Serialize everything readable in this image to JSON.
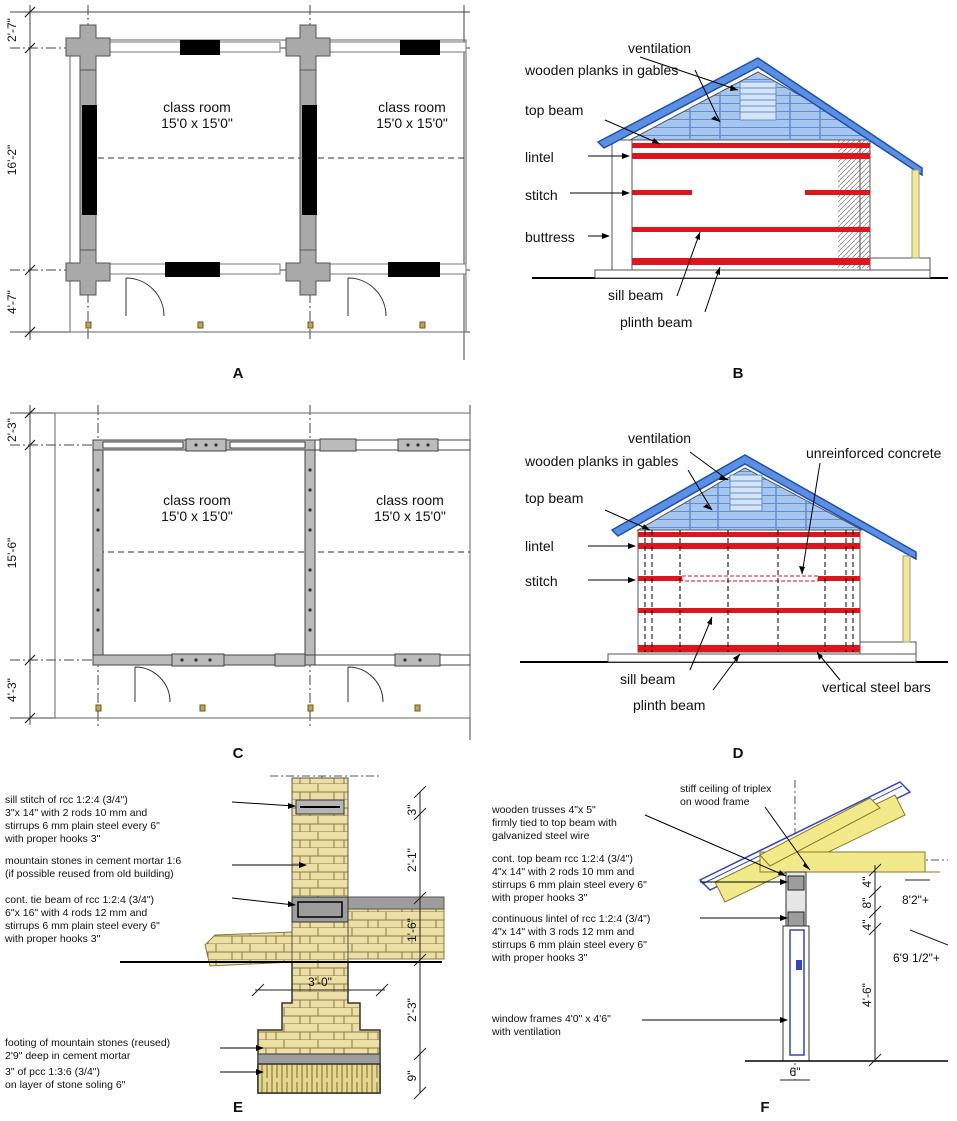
{
  "colors": {
    "roof": "#5b8fe0",
    "roof_line": "#1d4fb8",
    "beam_red": "#e0141c",
    "wall_gray": "#a9a9a9",
    "stone": "#e9dca2",
    "stone_line": "#8a7a40",
    "timber": "#f2ea8a",
    "concrete_gray": "#9d9d9d"
  },
  "panels": {
    "A": {
      "label": "A",
      "room_left": "class room",
      "room_left_size": "15'0 x 15'0\"",
      "room_right": "class room",
      "room_right_size": "15'0 x 15'0\"",
      "dims": [
        "2'-7\"",
        "16'-2\"",
        "4'-7\""
      ]
    },
    "B": {
      "label": "B",
      "labels": {
        "ventilation": "ventilation",
        "gables": "wooden planks in gables",
        "top_beam": "top beam",
        "lintel": "lintel",
        "stitch": "stitch",
        "buttress": "buttress",
        "sill_beam": "sill beam",
        "plinth_beam": "plinth beam"
      }
    },
    "C": {
      "label": "C",
      "room_left": "class room",
      "room_left_size": "15'0 x 15'0\"",
      "room_right": "class room",
      "room_right_size": "15'0 x 15'0\"",
      "dims": [
        "2'-3\"",
        "15'-6\"",
        "4'-3\""
      ]
    },
    "D": {
      "label": "D",
      "labels": {
        "ventilation": "ventilation",
        "gables": "wooden planks in gables",
        "unreinforced": "unreinforced concrete",
        "top_beam": "top beam",
        "lintel": "lintel",
        "stitch": "stitch",
        "sill_beam": "sill beam",
        "plinth_beam": "plinth beam",
        "vertical_bars": "vertical steel bars"
      }
    },
    "E": {
      "label": "E",
      "notes": {
        "sill_stitch": [
          "sill stitch of rcc 1:2:4 (3/4\")",
          "3\"x 14\" with 2 rods 10 mm and",
          "stirrups 6 mm plain steel every 6\"",
          "with proper hooks 3\""
        ],
        "mountain_stones": [
          "mountain stones in cement mortar 1:6",
          "(if possible reused from old building)"
        ],
        "tie_beam": [
          "cont. tie beam of rcc 1:2:4 (3/4\")",
          "6\"x 16\" with 4 rods 12 mm and",
          "stirrups 6 mm plain steel every 6\"",
          "with proper hooks 3\""
        ],
        "footing": [
          "footing of mountain stones (reused)",
          "2'9\" deep in cement mortar"
        ],
        "pcc": [
          "3\" of pcc 1:3:6 (3/4\")",
          "on layer of stone soling 6\""
        ]
      },
      "dims": [
        "3\"",
        "2'-1\"",
        "1'-6\"",
        "2'-3\"",
        "9\"",
        "3'-0\""
      ]
    },
    "F": {
      "label": "F",
      "notes": {
        "ceiling": [
          "stiff ceiling of triplex",
          "on wood frame"
        ],
        "trusses": [
          "wooden trusses 4\"x 5\"",
          "firmly tied to top beam with",
          "galvanized steel wire"
        ],
        "top_beam": [
          "cont. top beam rcc 1:2:4 (3/4\")",
          "4\"x 14\" with 2 rods 10 mm and",
          "stirrups 6 mm plain steel every 6\"",
          "with proper hooks 3\""
        ],
        "lintel": [
          "continuous lintel of rcc 1:2:4 (3/4\")",
          "4\"x 14\" with 3 rods 12 mm and",
          "stirrups 6 mm plain steel every 6\"",
          "with proper hooks 3\""
        ],
        "window": [
          "window frames 4'0\" x 4'6\"",
          "with ventilation"
        ]
      },
      "dims": [
        "4\"",
        "8\"",
        "4\"",
        "8'2\"+",
        "6'9 1/2\"+",
        "4'-6\"",
        "6\""
      ]
    }
  }
}
